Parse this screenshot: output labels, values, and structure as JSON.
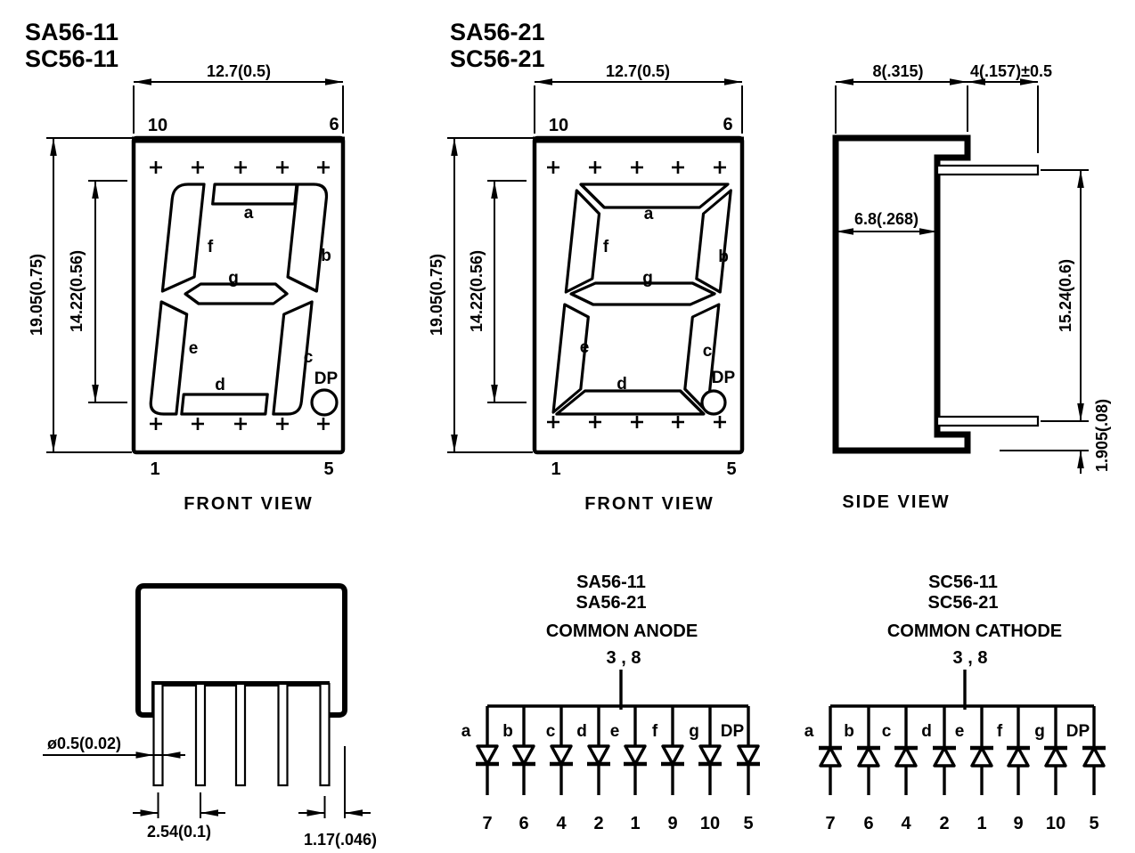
{
  "colors": {
    "ink": "#000000",
    "paper": "#ffffff"
  },
  "front_view_1": {
    "model_1": "SA56-11",
    "model_2": "SC56-11",
    "caption": "FRONT VIEW",
    "dim_width": "12.7(0.5)",
    "dim_height": "19.05(0.75)",
    "dim_digit_height": "14.22(0.56)",
    "pin_top_left": "10",
    "pin_top_right": "6",
    "pin_bottom_left": "1",
    "pin_bottom_right": "5",
    "seg_a": "a",
    "seg_b": "b",
    "seg_c": "c",
    "seg_d": "d",
    "seg_e": "e",
    "seg_f": "f",
    "seg_g": "g",
    "dp": "DP"
  },
  "front_view_2": {
    "model_1": "SA56-21",
    "model_2": "SC56-21",
    "caption": "FRONT VIEW",
    "dim_width": "12.7(0.5)",
    "dim_height": "19.05(0.75)",
    "dim_digit_height": "14.22(0.56)",
    "pin_top_left": "10",
    "pin_top_right": "6",
    "pin_bottom_left": "1",
    "pin_bottom_right": "5",
    "seg_a": "a",
    "seg_b": "b",
    "seg_c": "c",
    "seg_d": "d",
    "seg_e": "e",
    "seg_f": "f",
    "seg_g": "g",
    "dp": "DP"
  },
  "side_view": {
    "caption": "SIDE VIEW",
    "dim_depth": "8(.315)",
    "dim_lead_length": "4(.157)±0.5",
    "dim_case_depth": "6.8(.268)",
    "dim_row_spacing": "15.24(0.6)",
    "dim_lead_offset": "1.905(.08)"
  },
  "bottom_view": {
    "dim_lead_diameter": "ø0.5(0.02)",
    "dim_pitch": "2.54(0.1)",
    "dim_edge_offset": "1.17(.046)"
  },
  "common_anode": {
    "model_1": "SA56-11",
    "model_2": "SA56-21",
    "subtitle": "COMMON ANODE",
    "common_pins": "3 , 8",
    "segments": [
      "a",
      "b",
      "c",
      "d",
      "e",
      "f",
      "g",
      "DP"
    ],
    "pins": [
      "7",
      "6",
      "4",
      "2",
      "1",
      "9",
      "10",
      "5"
    ]
  },
  "common_cathode": {
    "model_1": "SC56-11",
    "model_2": "SC56-21",
    "subtitle": "COMMON CATHODE",
    "common_pins": "3 , 8",
    "segments": [
      "a",
      "b",
      "c",
      "d",
      "e",
      "f",
      "g",
      "DP"
    ],
    "pins": [
      "7",
      "6",
      "4",
      "2",
      "1",
      "9",
      "10",
      "5"
    ]
  }
}
